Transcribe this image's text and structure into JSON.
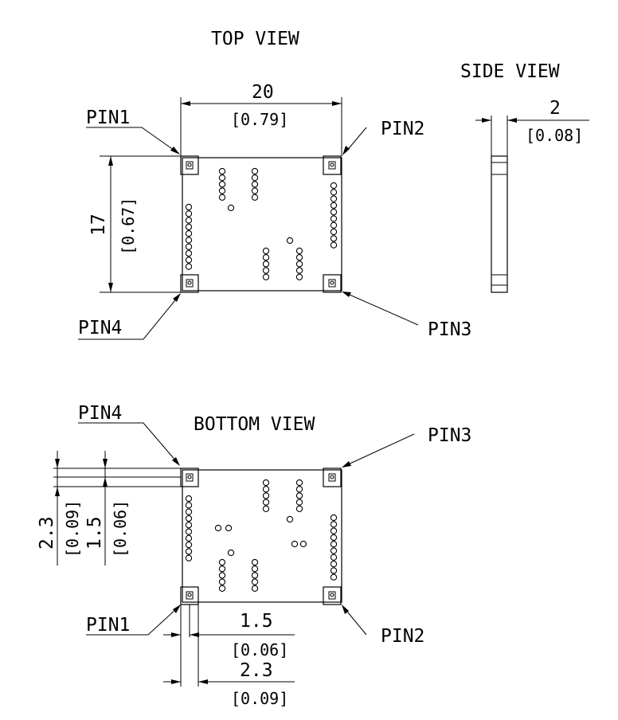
{
  "top_view": {
    "title": "TOP VIEW",
    "width_dim": "20",
    "width_dim_inch": "[0.79]",
    "height_dim": "17",
    "height_dim_inch": "[0.67]",
    "pin1": "PIN1",
    "pin2": "PIN2",
    "pin3": "PIN3",
    "pin4": "PIN4"
  },
  "side_view": {
    "title": "SIDE VIEW",
    "thickness_dim": "2",
    "thickness_dim_inch": "[0.08]"
  },
  "bottom_view": {
    "title": "BOTTOM VIEW",
    "pin1": "PIN1",
    "pin2": "PIN2",
    "pin3": "PIN3",
    "pin4": "PIN4",
    "vert_offset_outer": "2.3",
    "vert_offset_outer_inch": "[0.09]",
    "vert_offset_inner": "1.5",
    "vert_offset_inner_inch": "[0.06]",
    "horiz_offset_inner": "1.5",
    "horiz_offset_inner_inch": "[0.06]",
    "horiz_offset_outer": "2.3",
    "horiz_offset_outer_inch": "[0.09]"
  },
  "colors": {
    "line": "#000000",
    "background": "#ffffff"
  }
}
